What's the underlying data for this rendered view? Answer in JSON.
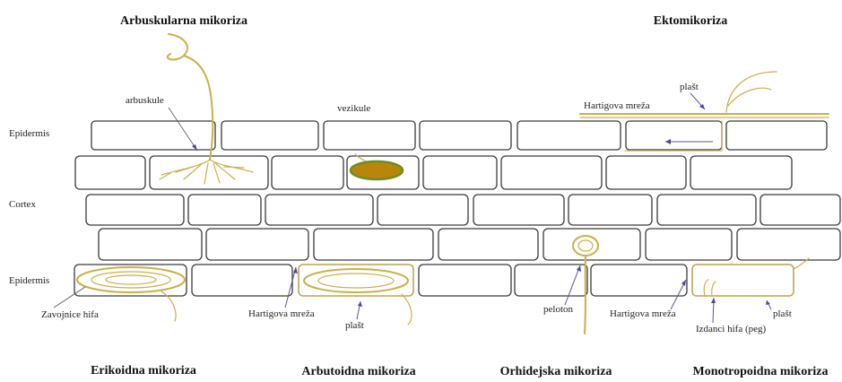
{
  "titles": {
    "arbuscular": "Arbuskularna mikoriza",
    "ecto": "Ektomikoriza",
    "ericoid": "Erikoidna mikoriza",
    "arbutoid": "Arbutoidna mikoriza",
    "orchid": "Orhidejska mikoriza",
    "monotropoid": "Monotropoidna mikoriza"
  },
  "layers": {
    "epidermis_top": "Epidermis",
    "cortex": "Cortex",
    "epidermis_bottom": "Epidermis"
  },
  "labels": {
    "arbuscules": "arbuskule",
    "vesicles": "vezikule",
    "mantle_ecto": "plašt",
    "hartig_ecto": "Hartigova mreža",
    "hyphal_coils": "Zavojnice hifa",
    "hartig_arbutoid": "Hartigova mreža",
    "mantle_arbutoid": "plašt",
    "peloton": "peloton",
    "hartig_mono": "Hartigova mreža",
    "mantle_mono": "plašt",
    "hyphal_peg": "Izdanci hifa (peg)"
  },
  "colors": {
    "hypha": "#c9b04a",
    "vesicle_fill": "#b8860b",
    "vesicle_rim": "#6b8e23",
    "arrow": "#5a56a8",
    "cell_border": "#3a3a3a"
  }
}
